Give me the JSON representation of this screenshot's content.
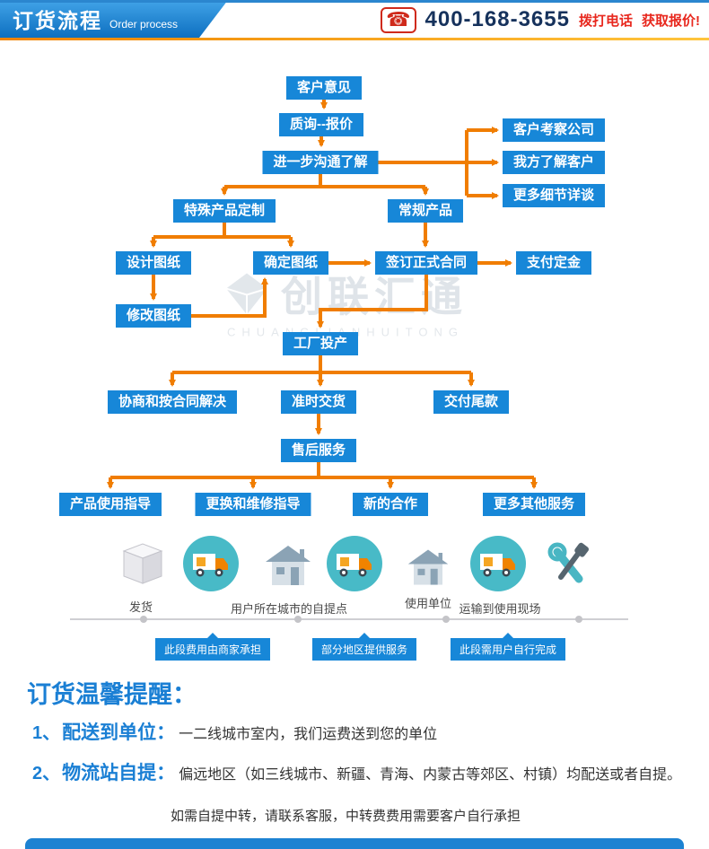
{
  "header": {
    "title": "订货流程",
    "subtitle": "Order process",
    "phone_number": "400-168-3655",
    "cta_call": "拨打电话",
    "cta_quote": "获取报价!"
  },
  "flow": {
    "customer_opinion": "客户意见",
    "inquiry_quote": "质询--报价",
    "further_communication": "进一步沟通了解",
    "customer_visit": "客户考察公司",
    "we_understand_customer": "我方了解客户",
    "more_details": "更多细节详谈",
    "custom_product": "特殊产品定制",
    "regular_product": "常规产品",
    "design_drawing": "设计图纸",
    "confirm_drawing": "确定图纸",
    "sign_contract": "签订正式合同",
    "pay_deposit": "支付定金",
    "modify_drawing": "修改图纸",
    "factory_production": "工厂投产",
    "negotiate_resolution": "协商和按合同解决",
    "ontime_delivery": "准时交货",
    "pay_balance": "交付尾款",
    "aftersales_service": "售后服务",
    "usage_guidance": "产品使用指导",
    "replacement_repair_guidance": "更换和维修指导",
    "new_cooperation": "新的合作",
    "more_services": "更多其他服务"
  },
  "watermark": {
    "name": "创联汇通",
    "latin": "CHUANGLIANHUITONG"
  },
  "logistics": {
    "labels": {
      "ship": "发货",
      "pickup_point": "用户所在城市的自提点",
      "use_unit": "使用单位",
      "transport_site": "运输到使用现场"
    },
    "segments": [
      "此段费用由商家承担",
      "部分地区提供服务",
      "此段需用户自行完成"
    ]
  },
  "reminder": {
    "title": "订货温馨提醒：",
    "item1_num": "1、",
    "item1_label": "配送到单位：",
    "item1_text": "一二线城市室内，我们运费送到您的单位",
    "item2_num": "2、",
    "item2_label": "物流站自提：",
    "item2_text": "偏远地区（如三线城市、新疆、青海、内蒙古等郊区、村镇）均配送或者自提。",
    "note": "如需自提中转，请联系客服，中转费费用需要客户自行承担"
  },
  "colors": {
    "primary_blue": "#1787d8",
    "arrow_orange": "#f07d00",
    "accent_red": "#e8281e",
    "teal": "#48bac7"
  }
}
